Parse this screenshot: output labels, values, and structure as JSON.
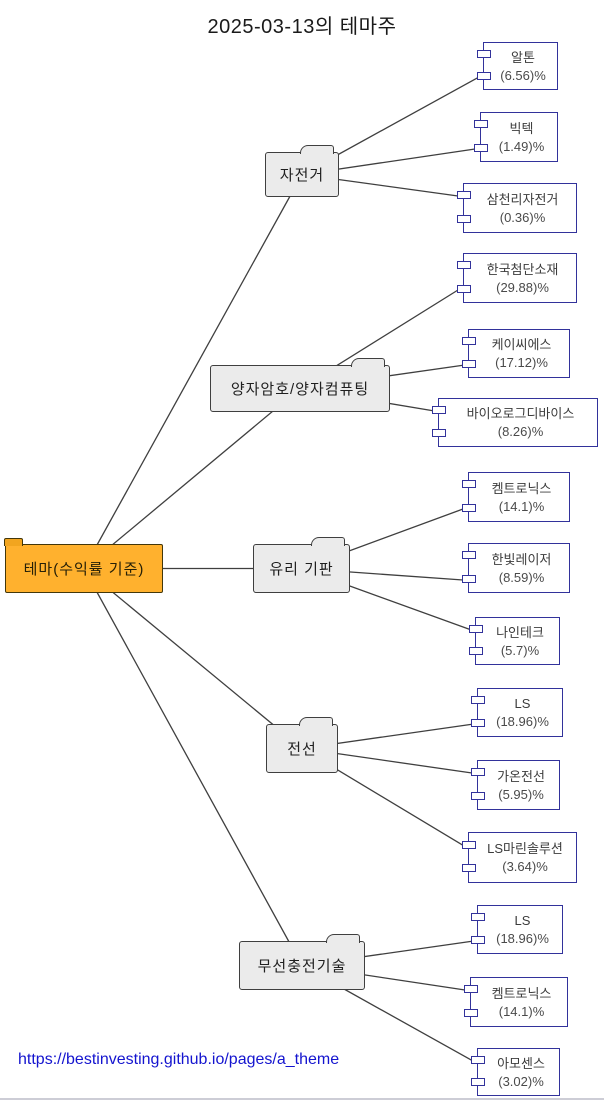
{
  "title": "2025-03-13의 테마주",
  "root": {
    "label": "테마(수익률 기준)"
  },
  "themes": [
    {
      "name": "자전거",
      "stocks": [
        {
          "name": "알톤",
          "pct": "(6.56)%"
        },
        {
          "name": "빅텍",
          "pct": "(1.49)%"
        },
        {
          "name": "삼천리자전거",
          "pct": "(0.36)%"
        }
      ]
    },
    {
      "name": "양자암호/양자컴퓨팅",
      "stocks": [
        {
          "name": "한국첨단소재",
          "pct": "(29.88)%"
        },
        {
          "name": "케이씨에스",
          "pct": "(17.12)%"
        },
        {
          "name": "바이오로그디바이스",
          "pct": "(8.26)%"
        }
      ]
    },
    {
      "name": "유리 기판",
      "stocks": [
        {
          "name": "켐트로닉스",
          "pct": "(14.1)%"
        },
        {
          "name": "한빛레이저",
          "pct": "(8.59)%"
        },
        {
          "name": "나인테크",
          "pct": "(5.7)%"
        }
      ]
    },
    {
      "name": "전선",
      "stocks": [
        {
          "name": "LS",
          "pct": "(18.96)%"
        },
        {
          "name": "가온전선",
          "pct": "(5.95)%"
        },
        {
          "name": "LS마린솔루션",
          "pct": "(3.64)%"
        }
      ]
    },
    {
      "name": "무선충전기술",
      "stocks": [
        {
          "name": "LS",
          "pct": "(18.96)%"
        },
        {
          "name": "켐트로닉스",
          "pct": "(14.1)%"
        },
        {
          "name": "아모센스",
          "pct": "(3.02)%"
        }
      ]
    }
  ],
  "footer": {
    "url": "https://bestinvesting.github.io/pages/a_theme"
  },
  "colors": {
    "root_fill": "#ffb12e",
    "category_fill": "#ebebeb",
    "category_border": "#3f3f3f",
    "leaf_border": "#32329b",
    "edge": "#3f3f3f",
    "link": "#1414cf"
  }
}
